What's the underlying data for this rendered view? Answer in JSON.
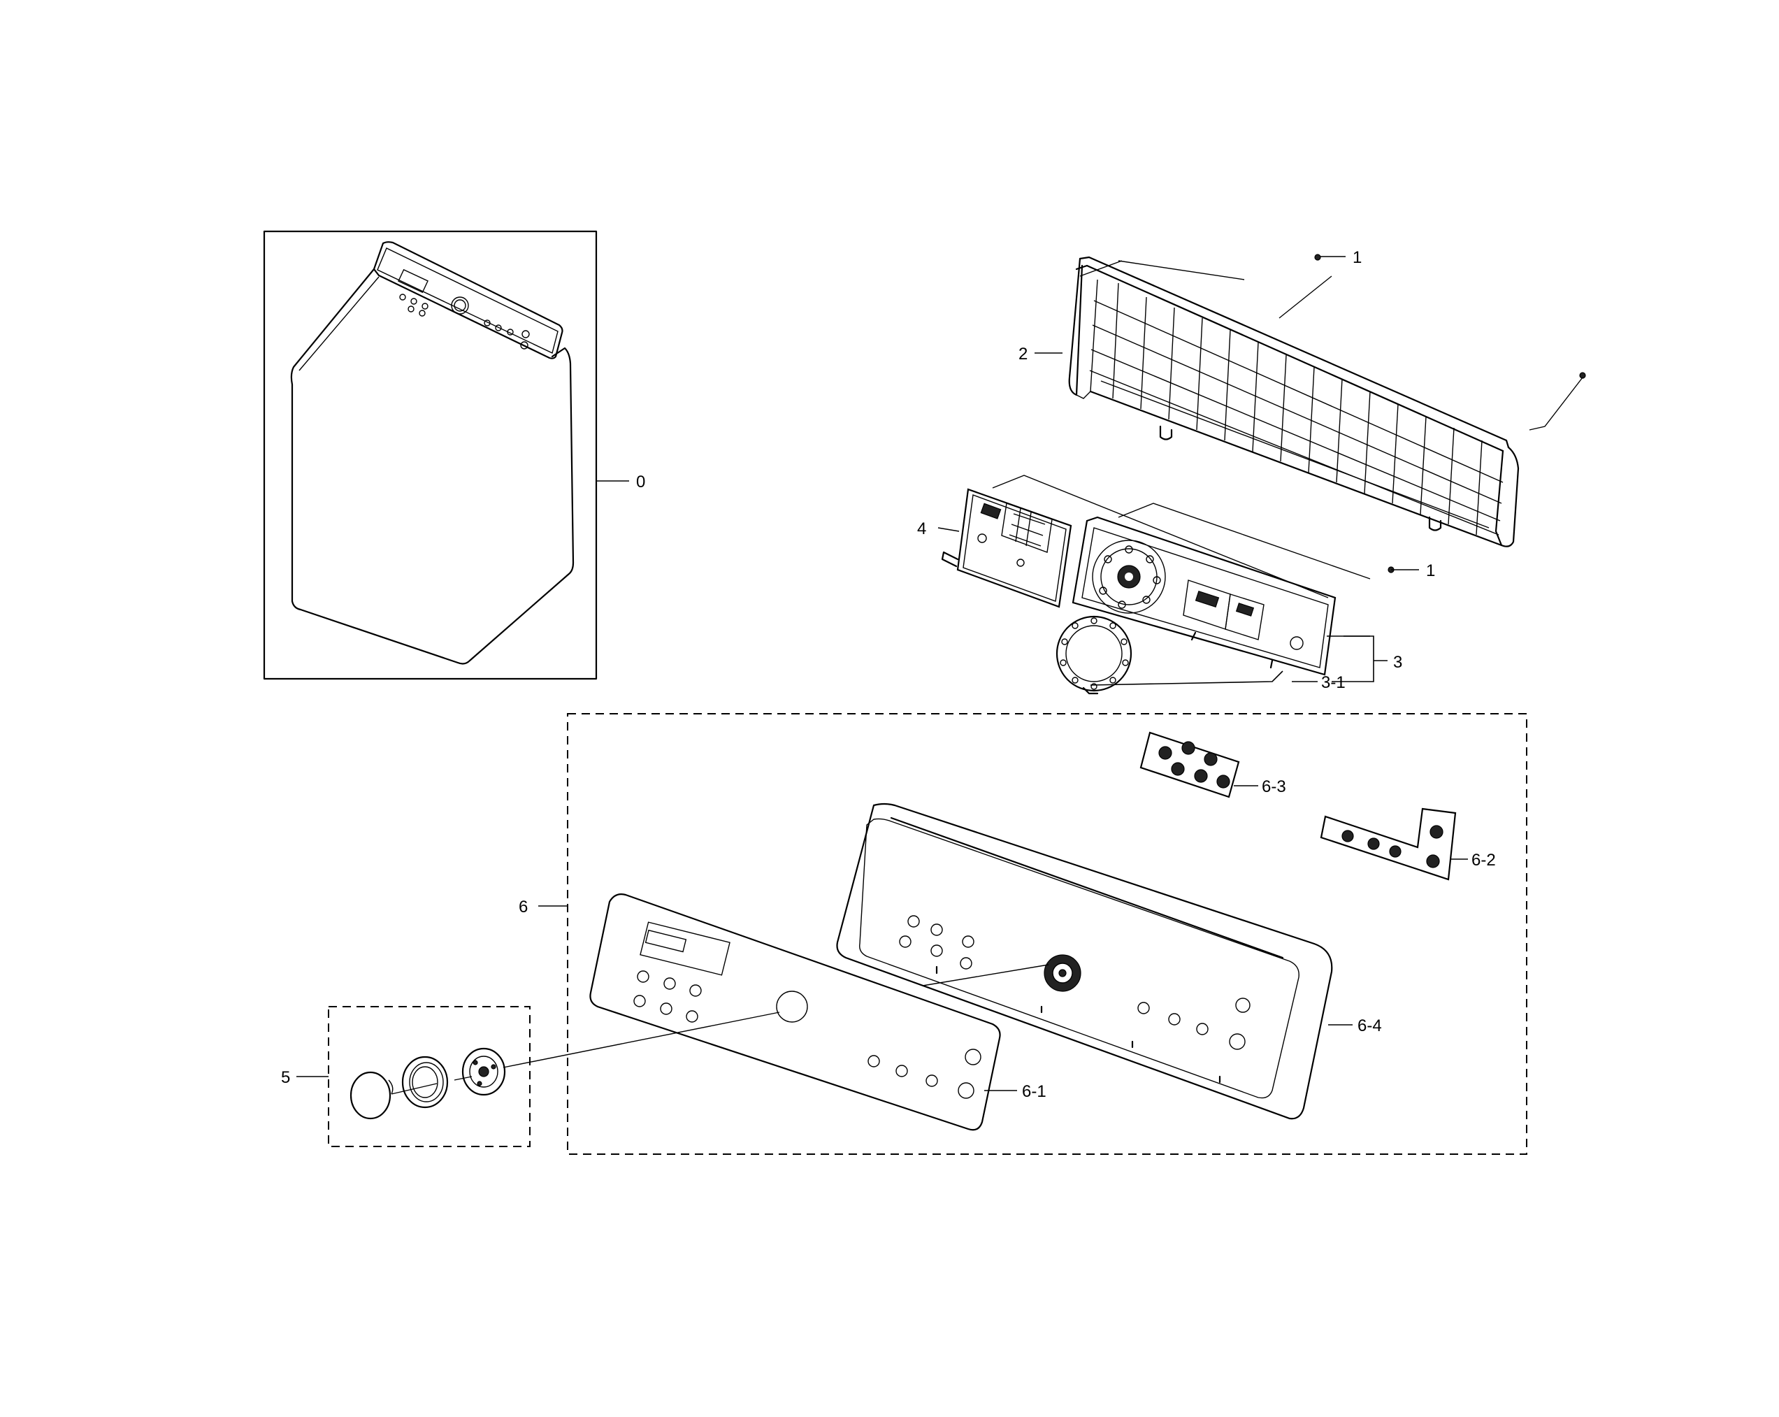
{
  "callouts": {
    "c0": "0",
    "c1a": "1",
    "c1b": "1",
    "c2": "2",
    "c3": "3",
    "c3_1": "3-1",
    "c4": "4",
    "c5": "5",
    "c6": "6",
    "c6_1": "6-1",
    "c6_2": "6-2",
    "c6_3": "6-3",
    "c6_4": "6-4"
  }
}
